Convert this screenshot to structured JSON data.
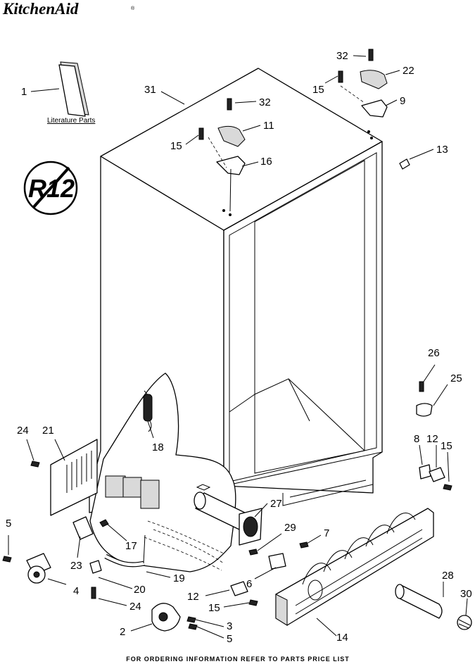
{
  "brand": {
    "name": "KitchenAid",
    "mark": "®"
  },
  "literature": {
    "label": "Literature Parts"
  },
  "refrigerant_logo": {
    "text": "R12",
    "icon": "no-r12-icon"
  },
  "footer": {
    "text": "FOR ORDERING INFORMATION REFER TO PARTS PRICE LIST"
  },
  "callouts": {
    "c1": "1",
    "c32a": "32",
    "c22": "22",
    "c15a": "15",
    "c9": "9",
    "c31": "31",
    "c32b": "32",
    "c11": "11",
    "c15b": "15",
    "c16": "16",
    "c13": "13",
    "c26": "26",
    "c25": "25",
    "c24a": "24",
    "c21": "21",
    "c18": "18",
    "c8": "8",
    "c12a": "12",
    "c15c": "15",
    "c27": "27",
    "c5a": "5",
    "c29": "29",
    "c7": "7",
    "c17": "17",
    "c23": "23",
    "c4": "4",
    "c6": "6",
    "c20": "20",
    "c19": "19",
    "c28": "28",
    "c30": "30",
    "c12b": "12",
    "c24b": "24",
    "c15d": "15",
    "c2": "2",
    "c3": "3",
    "c5b": "5",
    "c14": "14"
  }
}
